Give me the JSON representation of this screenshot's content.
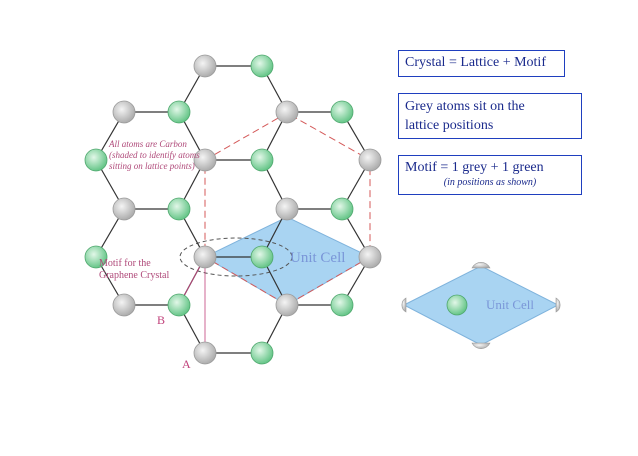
{
  "text": {
    "crystal_equation": "Crystal = Lattice + Motif",
    "grey_atoms_line1": "Grey atoms sit on the",
    "grey_atoms_line2": "lattice positions",
    "motif_line": "Motif = 1 grey + 1 green",
    "motif_sub": "(in positions as shown)",
    "note_line1": "All atoms are Carbon",
    "note_line2": "(shaded to identify atoms",
    "note_line3": "sitting on lattice points)",
    "motif_label_line1": "Motif for the",
    "motif_label_line2": "Graphene Crystal",
    "unit_cell_main": "Unit Cell",
    "unit_cell_side": "Unit Cell",
    "vector_b": "B",
    "vector_a": "A"
  },
  "colors": {
    "grey_atom": "#c8c8c8",
    "green_atom": "#8fd9a8",
    "bond": "#333333",
    "unit_cell_fill": "#a9d4f2",
    "dashed": "#d45a5a",
    "box_border": "#1f3fbf"
  },
  "atoms": {
    "grey": [
      "g1",
      "g2",
      "g3",
      "g4",
      "g5",
      "g6",
      "g7",
      "g8",
      "g9",
      "g10",
      "g11",
      "g12",
      "g13",
      "g14",
      "g15",
      "g16"
    ],
    "green": [
      "n1",
      "n2",
      "n3",
      "n4",
      "n5",
      "n6",
      "n7",
      "n8",
      "n9",
      "n10",
      "n11",
      "n12",
      "n13",
      "n14",
      "n15"
    ]
  }
}
